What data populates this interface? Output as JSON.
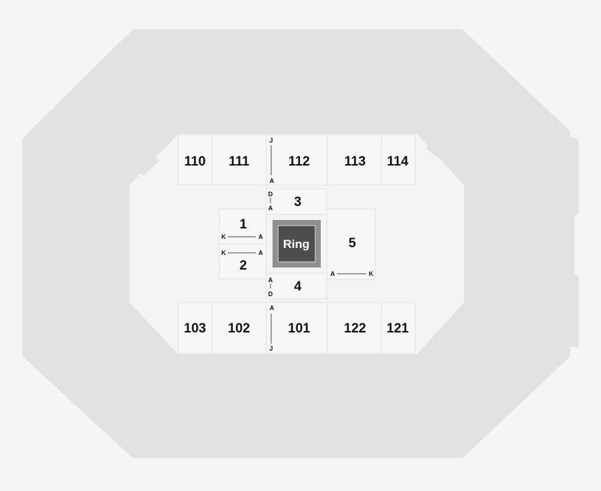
{
  "colors": {
    "page_background": "#f5f5f5",
    "arena_fill": "#e2e2e2",
    "floor_fill": "#f7f7f7",
    "ring_outer": "#8f8f8f",
    "ring_inner": "#4d4d4d",
    "text": "#111111"
  },
  "map": {
    "lower_bowl_top": [
      "110",
      "111",
      "112",
      "113",
      "114"
    ],
    "lower_bowl_bottom": [
      "103",
      "102",
      "101",
      "122",
      "121"
    ],
    "floor": {
      "section_1": "1",
      "section_2": "2",
      "section_3": "3",
      "section_4": "4",
      "section_5": "5"
    },
    "ring_label": "Ring",
    "rows": {
      "s112_top": "J",
      "s112_bottom": "A",
      "s101_top": "A",
      "s101_bottom": "J",
      "s3_top": "D",
      "s3_bottom": "A",
      "s4_top": "A",
      "s4_bottom": "D",
      "s1_left": "K",
      "s1_right": "A",
      "s2_left": "K",
      "s2_right": "A",
      "s5_left": "A",
      "s5_right": "K"
    }
  }
}
